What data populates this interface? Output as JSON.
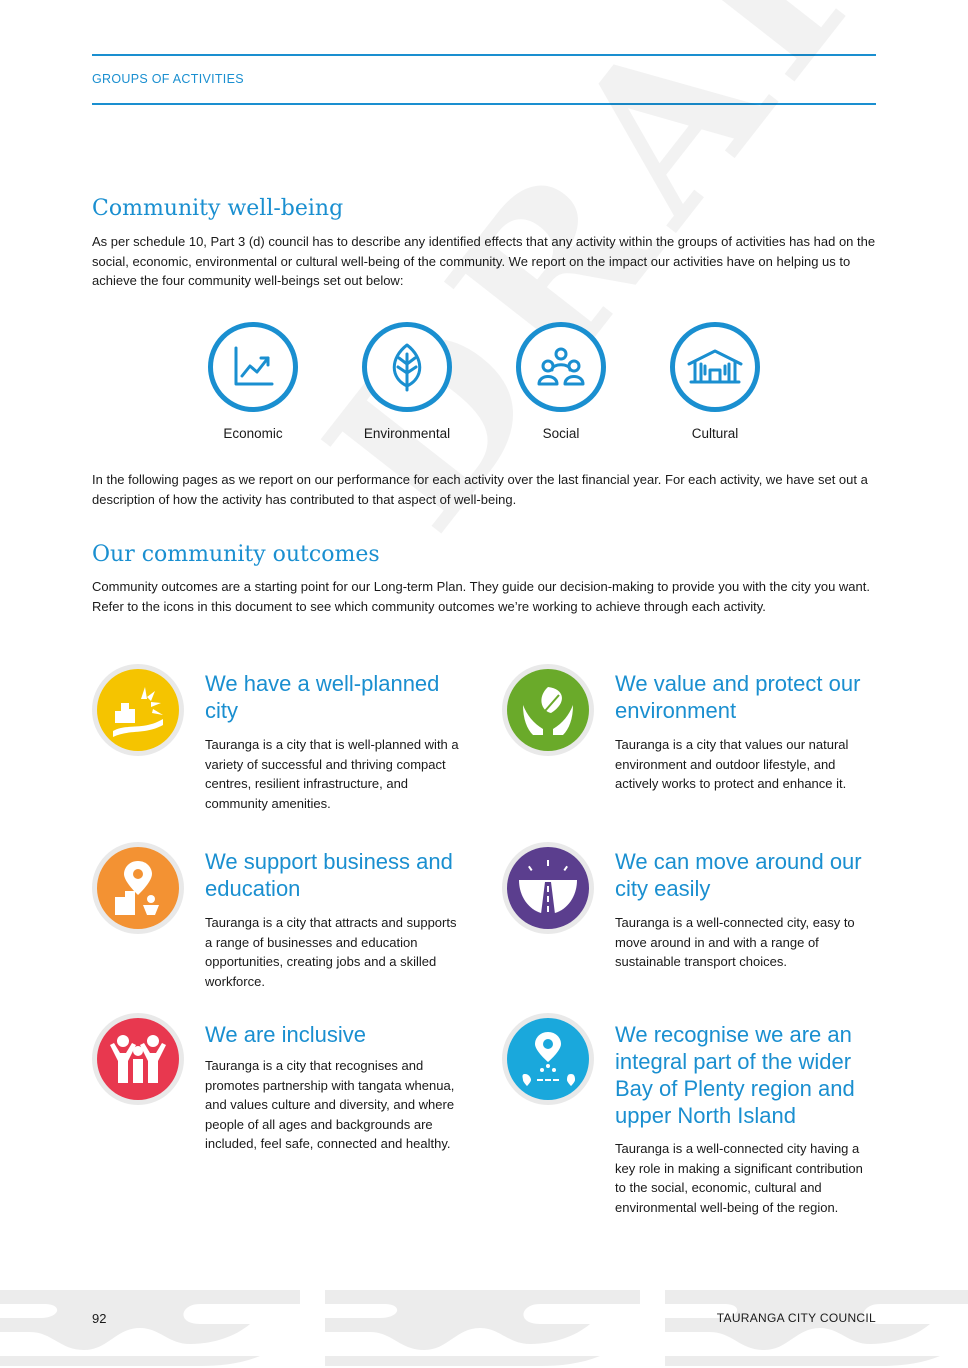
{
  "header": {
    "section": "GROUPS OF ACTIVITIES"
  },
  "watermark": "DRAFT",
  "wellbeing": {
    "title": "Community well-being",
    "intro": "As per schedule 10, Part 3 (d) council has to describe any identified effects that any activity within the groups of activities has had on the social, economic, environmental or cultural well-being of the community. We report on the impact our activities have on helping us to achieve the four community well-beings set out below:",
    "items": [
      {
        "label": "Economic",
        "icon": "chart-up-icon"
      },
      {
        "label": "Environmental",
        "icon": "leaf-icon"
      },
      {
        "label": "Social",
        "icon": "people-group-icon"
      },
      {
        "label": "Cultural",
        "icon": "meeting-house-icon"
      }
    ],
    "followup": "In the following pages as we report on our performance for each activity over the last financial year. For each activity, we have set out a description of how the activity has contributed to that aspect of well-being.",
    "accent": "#1a8fd0"
  },
  "outcomes": {
    "title": "Our community outcomes",
    "intro": "Community outcomes are a starting point for our Long-term Plan. They guide our decision-making to provide you with the city you want. Refer to the icons in this document to see which community outcomes we’re working to achieve through each activity.",
    "items": [
      {
        "title": "We have a well-planned city",
        "text": "Tauranga is a city that is well-planned with a variety of successful and thriving compact centres, resilient infrastructure, and community amenities.",
        "color": "#f5c400",
        "icon": "city-sunrise-icon"
      },
      {
        "title": "We value and protect our environment",
        "text": "Tauranga is a city that values our natural environment and outdoor lifestyle, and actively works to protect and enhance it.",
        "color": "#6aaa2a",
        "icon": "hands-leaf-icon"
      },
      {
        "title": "We support business and education",
        "text": "Tauranga is a city that attracts and supports a range of businesses and education opportunities, creating jobs and a skilled workforce.",
        "color": "#f39233",
        "icon": "business-pin-icon"
      },
      {
        "title": "We can move around our city easily",
        "text": "Tauranga is a well-connected city, easy to move around in and with a range of sustainable transport choices.",
        "color": "#5b3e8e",
        "icon": "road-gauge-icon"
      },
      {
        "title": "We are inclusive",
        "text": "Tauranga is a city that recognises and promotes partnership with tangata whenua, and values culture and diversity, and where people of all ages and backgrounds are included, feel safe, connected and healthy.",
        "color": "#e8384f",
        "icon": "family-icon"
      },
      {
        "title": "We recognise we are an integral part of the wider Bay of Plenty region and upper North Island",
        "text": "Tauranga is a well-connected city having a key role in making a significant contribution to the social, economic, cultural and environmental well-being of the region.",
        "color": "#1aa8dc",
        "icon": "location-route-icon"
      }
    ]
  },
  "footer": {
    "page": "92",
    "org": "TAURANGA CITY COUNCIL"
  }
}
